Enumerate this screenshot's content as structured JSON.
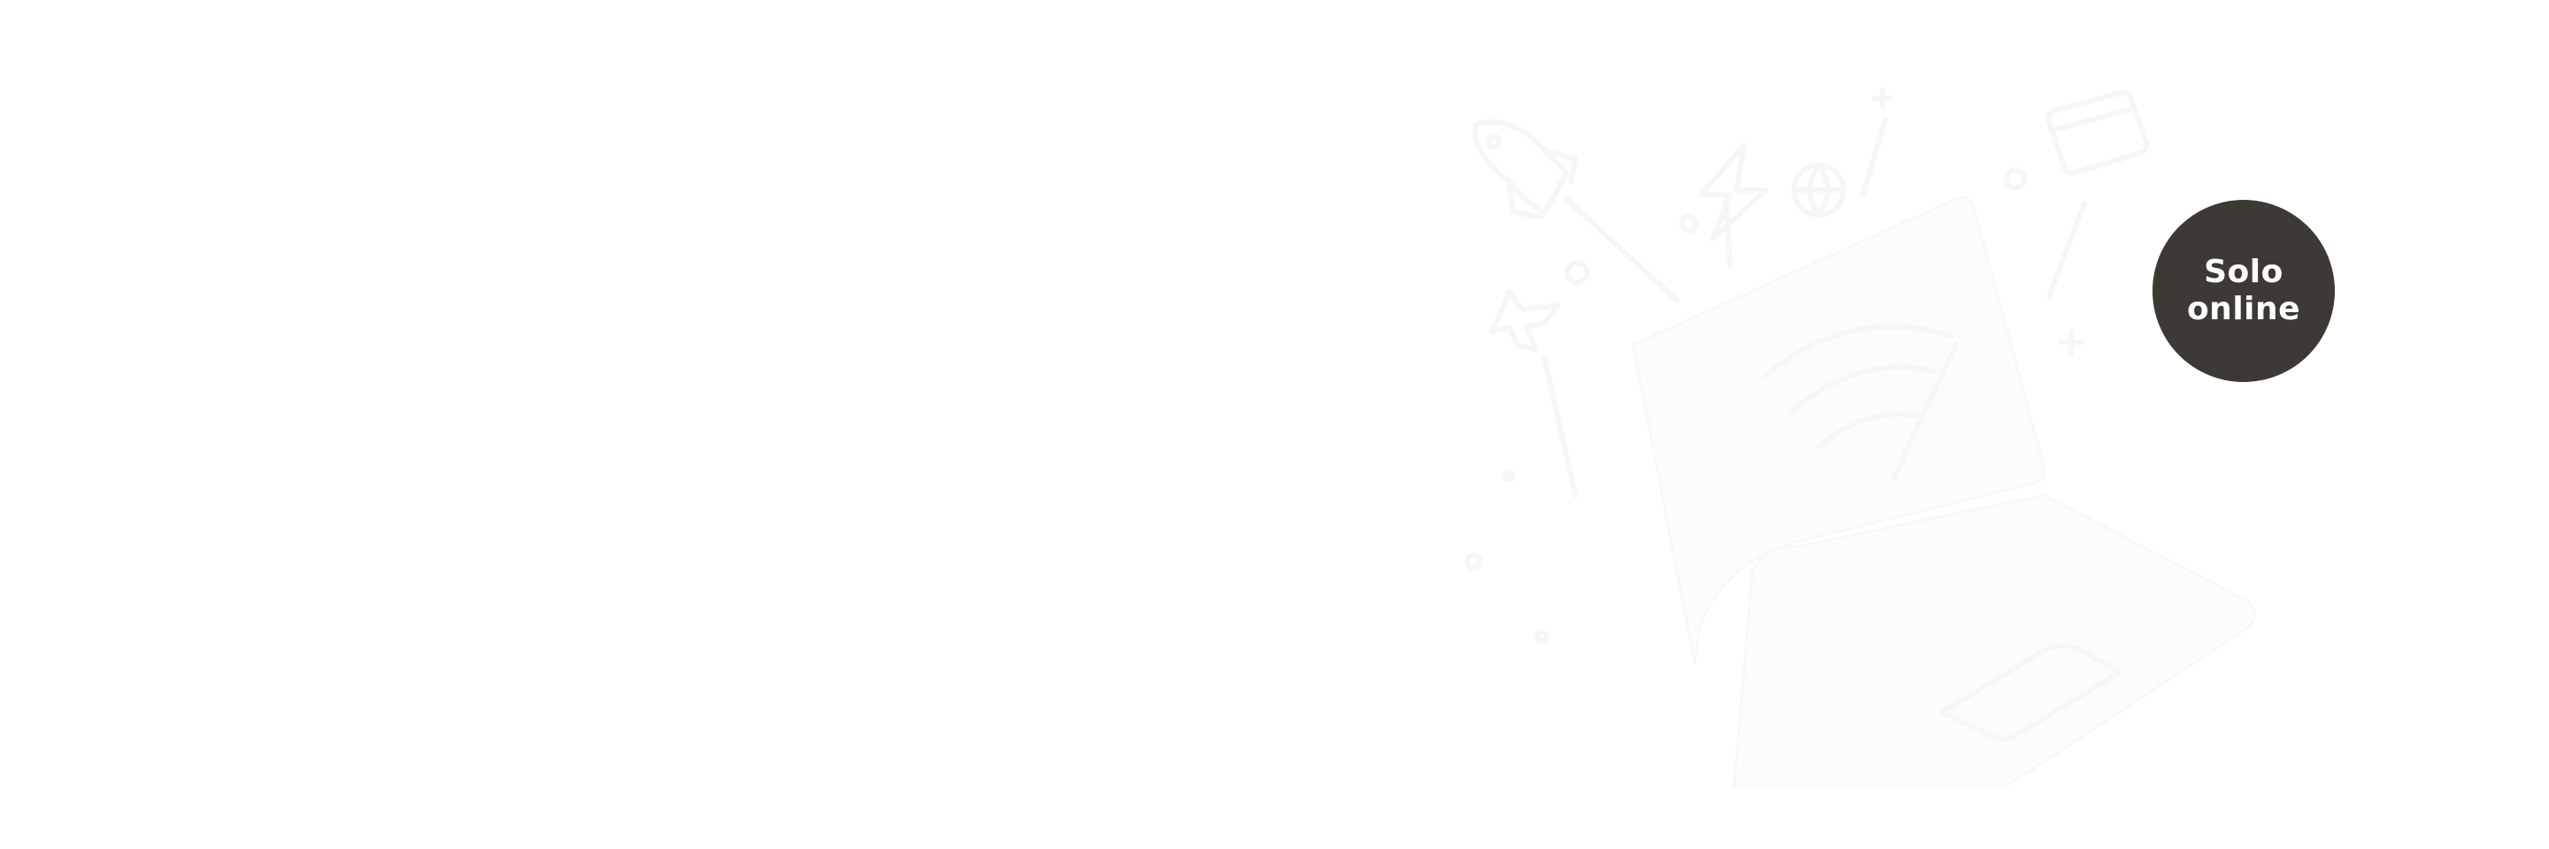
{
  "badge": {
    "line1": "Solo",
    "line2": "online",
    "background_color": "#3d3a35",
    "text_color": "#ffffff"
  },
  "illustration": {
    "description": "faint watermark: laptop with wifi signal surrounded by web icons",
    "icons": [
      "rocket-icon",
      "lightning-icon",
      "globe-icon",
      "airplane-icon",
      "credit-card-icon",
      "sparkle-icon",
      "laptop-icon",
      "wifi-icon"
    ]
  },
  "colors": {
    "page_background": "#ffffff",
    "watermark": "#f6f6f6"
  }
}
